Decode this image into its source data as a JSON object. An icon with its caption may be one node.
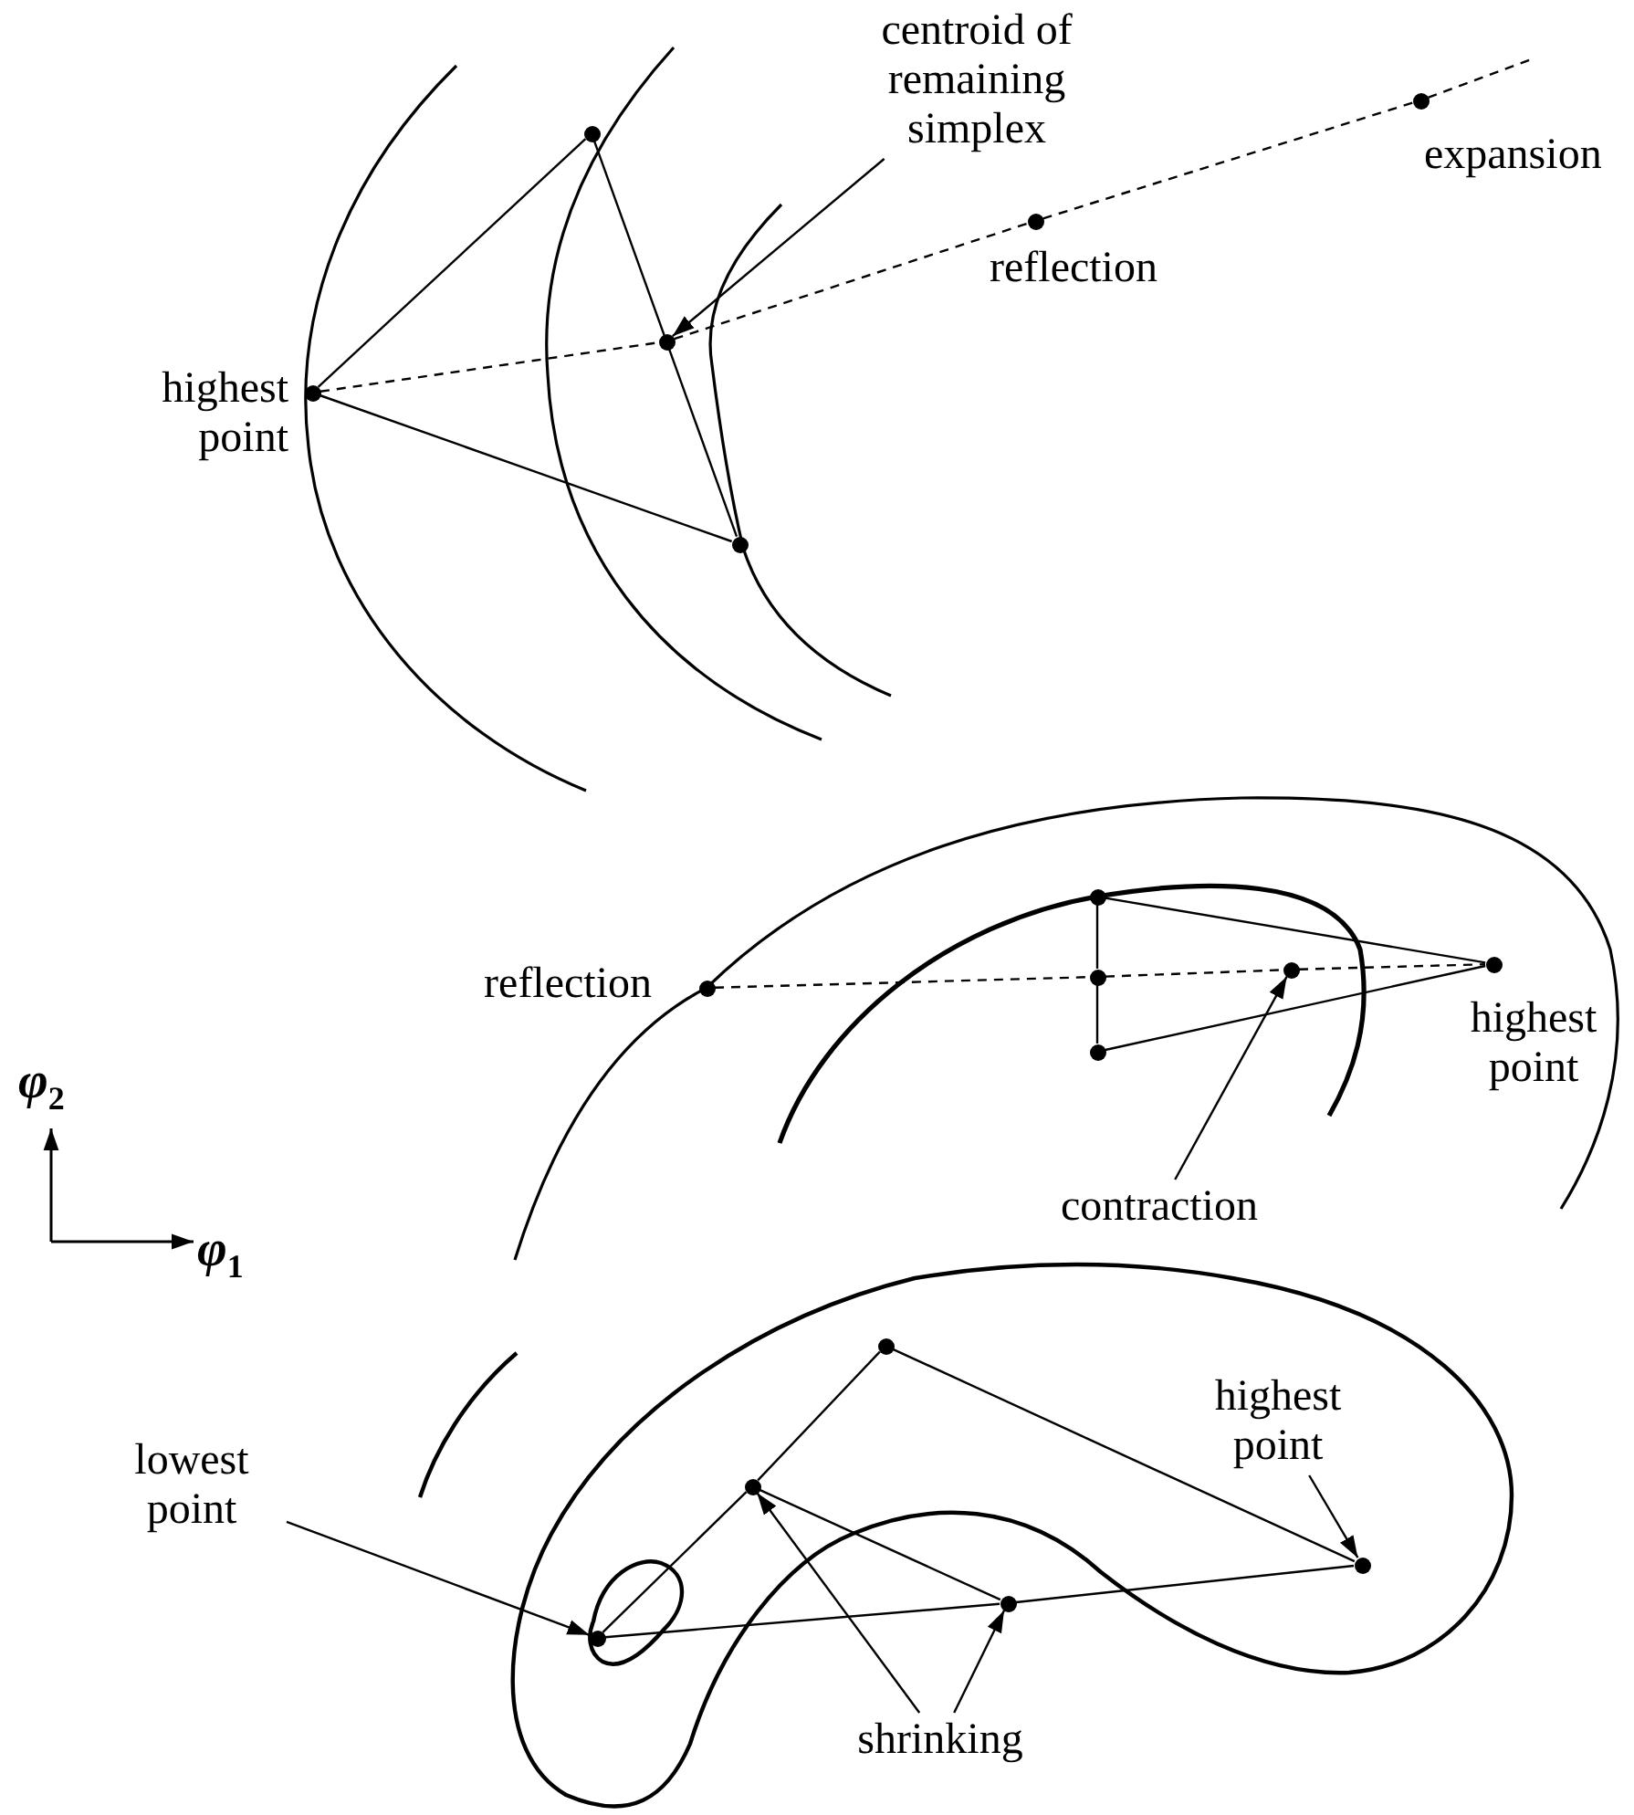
{
  "diagram": {
    "nodes": [
      {
        "text": [],
        "shape": "circle",
        "beside": [
          "highest point"
        ]
      },
      {
        "text": [],
        "shape": "circle"
      },
      {
        "text": [],
        "shape": "circle"
      },
      {
        "text": [],
        "shape": "circle"
      },
      {
        "text": [],
        "shape": "circle",
        "beside": [
          "reflection"
        ]
      },
      {
        "text": [],
        "shape": "circle",
        "beside": [
          "expansion"
        ]
      },
      {
        "text": [
          "centroid of remaining simplex"
        ]
      },
      {
        "text": [],
        "shape": "circle",
        "beside": [
          "reflection"
        ]
      },
      {
        "text": [],
        "shape": "circle"
      },
      {
        "text": [],
        "shape": "circle"
      },
      {
        "text": [],
        "shape": "circle"
      },
      {
        "text": [],
        "shape": "circle"
      },
      {
        "text": [],
        "shape": "circle",
        "beside": [
          "highest point"
        ]
      },
      {
        "text": [
          "contraction"
        ]
      },
      {
        "text": [],
        "shape": "circle"
      },
      {
        "text": [],
        "shape": "circle"
      },
      {
        "text": [],
        "shape": "circle"
      },
      {
        "text": [],
        "shape": "circle"
      },
      {
        "text": [],
        "shape": "circle"
      },
      {
        "text": [
          "lowest point"
        ]
      },
      {
        "text": [
          "highest point"
        ]
      },
      {
        "text": [
          "shrinking"
        ]
      }
    ],
    "edges": [
      {
        "from": 0,
        "to": 1,
        "arrow": "none"
      },
      {
        "from": 1,
        "to": 2,
        "arrow": "none"
      },
      {
        "from": 2,
        "to": 0,
        "arrow": "none"
      },
      {
        "from": 0,
        "to": 3,
        "arrow": "none",
        "style": "dashed"
      },
      {
        "from": 3,
        "to": 4,
        "arrow": "none",
        "style": "dashed"
      },
      {
        "from": 4,
        "to": 5,
        "arrow": "none",
        "style": "dashed"
      },
      {
        "from": 5,
        "to": null,
        "arrow": "none",
        "style": "dashed"
      },
      {
        "from": 6,
        "to": 3,
        "arrow": "to"
      },
      {
        "from": 8,
        "to": 12,
        "arrow": "none"
      },
      {
        "from": 10,
        "to": 12,
        "arrow": "none"
      },
      {
        "from": 8,
        "to": 9,
        "arrow": "none"
      },
      {
        "from": 9,
        "to": 10,
        "arrow": "none"
      },
      {
        "from": 7,
        "to": 9,
        "arrow": "none",
        "style": "dashed"
      },
      {
        "from": 9,
        "to": 11,
        "arrow": "none",
        "style": "dashed"
      },
      {
        "from": 11,
        "to": 12,
        "arrow": "none",
        "style": "dashed"
      },
      {
        "from": 13,
        "to": 11,
        "arrow": "to"
      },
      {
        "from": 14,
        "to": 15,
        "arrow": "none"
      },
      {
        "from": 15,
        "to": 16,
        "arrow": "none"
      },
      {
        "from": 16,
        "to": 18,
        "arrow": "none"
      },
      {
        "from": 15,
        "to": 17,
        "arrow": "none"
      },
      {
        "from": 14,
        "to": 17,
        "arrow": "none"
      },
      {
        "from": 17,
        "to": 18,
        "arrow": "none"
      },
      {
        "from": 19,
        "to": 14,
        "arrow": "to"
      },
      {
        "from": 20,
        "to": 18,
        "arrow": "to"
      },
      {
        "from": 21,
        "to": 15,
        "arrow": "to"
      },
      {
        "from": 21,
        "to": 17,
        "arrow": "to"
      }
    ],
    "labels": [
      "φ$_{2}$",
      "φ$_{1}$"
    ]
  }
}
